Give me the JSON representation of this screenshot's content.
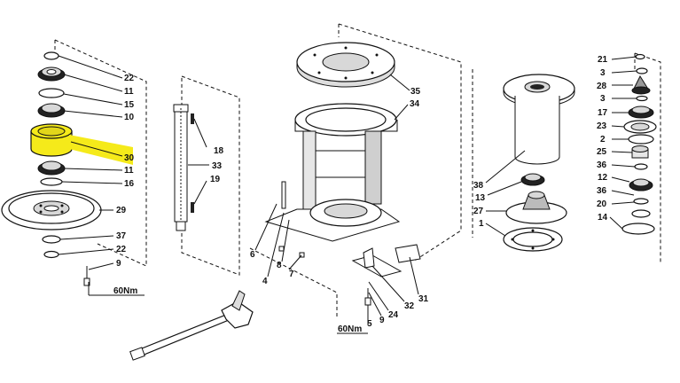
{
  "diagram": {
    "highlight_color": "#f5ea1a",
    "highlighted_part": "30",
    "group_a": {
      "labels": [
        "22",
        "11",
        "15",
        "10",
        "30",
        "11",
        "16",
        "29",
        "37",
        "22",
        "9"
      ],
      "torque": "60Nm"
    },
    "group_b": {
      "labels": [
        "18",
        "33",
        "19"
      ]
    },
    "group_c": {
      "labels": [
        "35",
        "34",
        "6",
        "8",
        "4",
        "7",
        "32",
        "31",
        "24",
        "9",
        "5"
      ],
      "torque": "60Nm"
    },
    "group_d": {
      "labels": [
        "38",
        "13",
        "27",
        "1"
      ]
    },
    "group_e": {
      "labels": [
        "21",
        "3",
        "28",
        "3",
        "17",
        "23",
        "2",
        "25",
        "36",
        "12",
        "36",
        "20",
        "14"
      ]
    }
  }
}
